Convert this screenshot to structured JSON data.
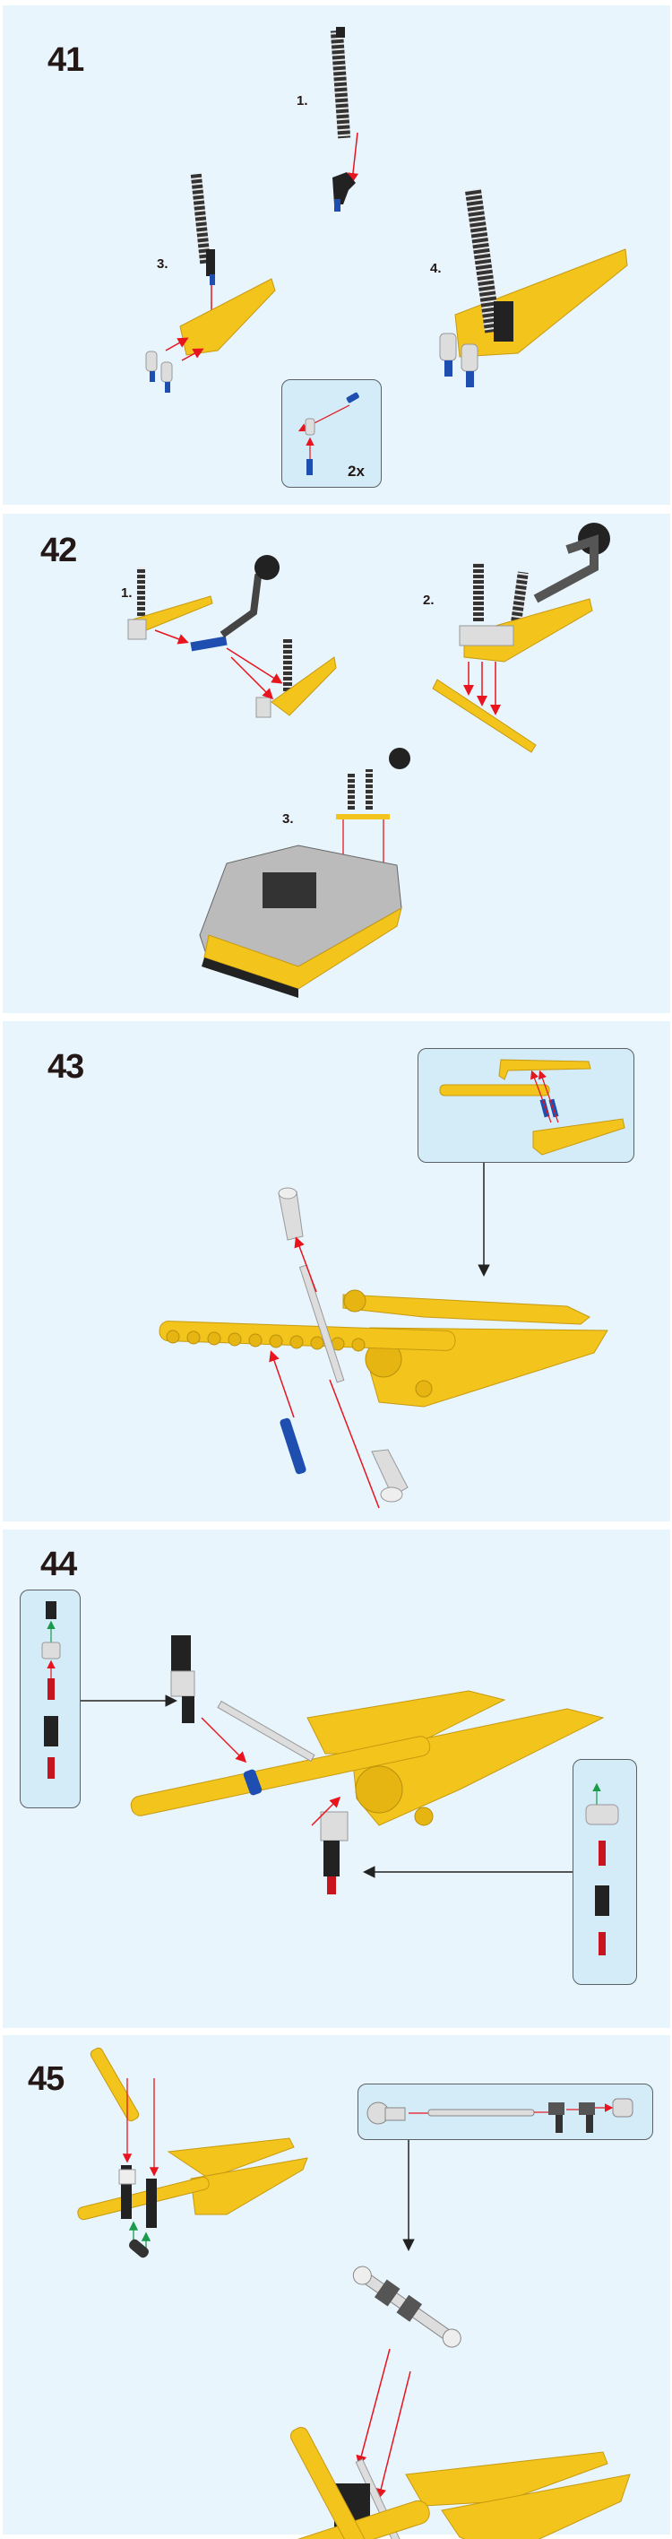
{
  "steps": [
    {
      "number": "41",
      "sub_labels": [
        "1.",
        "3.",
        "4."
      ],
      "inset_quantity": "2x"
    },
    {
      "number": "42",
      "sub_labels": [
        "1.",
        "2.",
        "3."
      ]
    },
    {
      "number": "43"
    },
    {
      "number": "44"
    },
    {
      "number": "45"
    }
  ],
  "colors": {
    "panel_bg": "#e8f5fd",
    "inset_bg": "#d4ebf8",
    "part_yellow": "#f2c41c",
    "arrow_red": "#e8141e",
    "arrow_green": "#1a9a4a",
    "part_blue": "#1e4fb0"
  }
}
